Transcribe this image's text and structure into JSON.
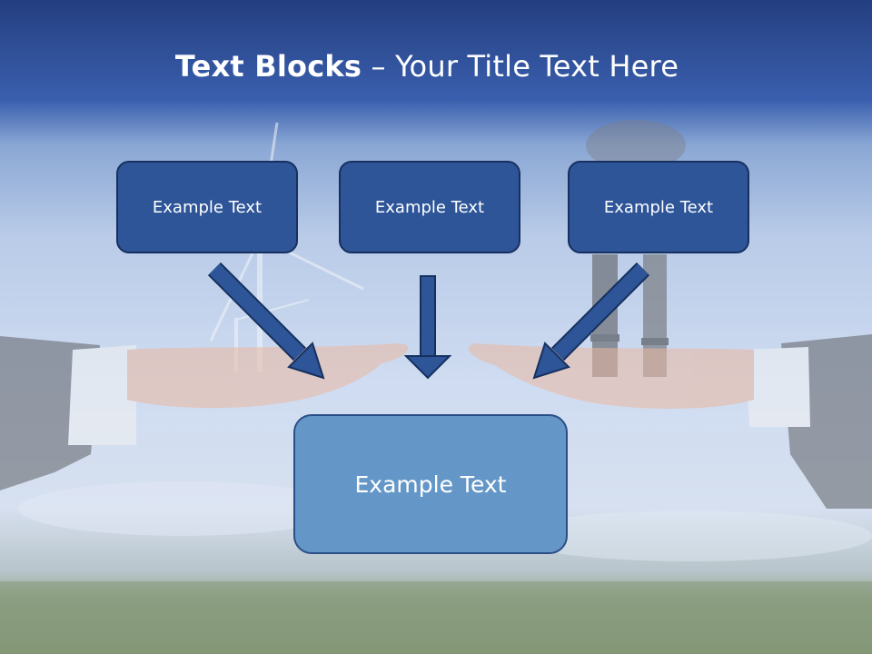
{
  "slide": {
    "title_bold": "Text Blocks",
    "title_sep": " – ",
    "title_rest": "Your Title Text Here",
    "blocks": [
      {
        "text": "Example Text"
      },
      {
        "text": "Example Text"
      },
      {
        "text": "Example Text"
      }
    ],
    "center_block": {
      "text": "Example Text"
    }
  },
  "colors": {
    "box_fill": "#2d5598",
    "box_border": "#17305f",
    "center_fill": "#6497c8",
    "arrow_fill": "#2d5598",
    "sky_top": "#243f80"
  },
  "icons": [
    "wind-turbine-icon",
    "factory-chimney-icon",
    "open-hand-icon"
  ]
}
